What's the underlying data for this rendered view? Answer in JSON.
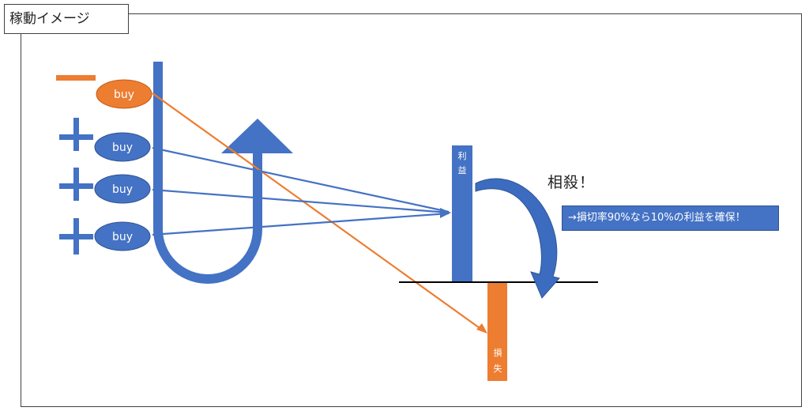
{
  "title": "稼動イメージ",
  "colors": {
    "blue": "#4472c4",
    "orange": "#ed7d31",
    "dark_blue": "#2f5597",
    "line": "#000000"
  },
  "entries": [
    {
      "sign": "−",
      "label": "buy",
      "result": "loss"
    },
    {
      "sign": "+",
      "label": "buy",
      "result": "profit"
    },
    {
      "sign": "+",
      "label": "buy",
      "result": "profit"
    },
    {
      "sign": "+",
      "label": "buy",
      "result": "profit"
    }
  ],
  "profit_bar": {
    "label_chars": [
      "利",
      "益"
    ]
  },
  "loss_bar": {
    "label_chars": [
      "損",
      "失"
    ]
  },
  "offset_label": "相殺！",
  "note": "→損切率90%なら10%の利益を確保！",
  "icons": [
    "u-turn-arrow-icon",
    "curved-arrow-icon"
  ]
}
